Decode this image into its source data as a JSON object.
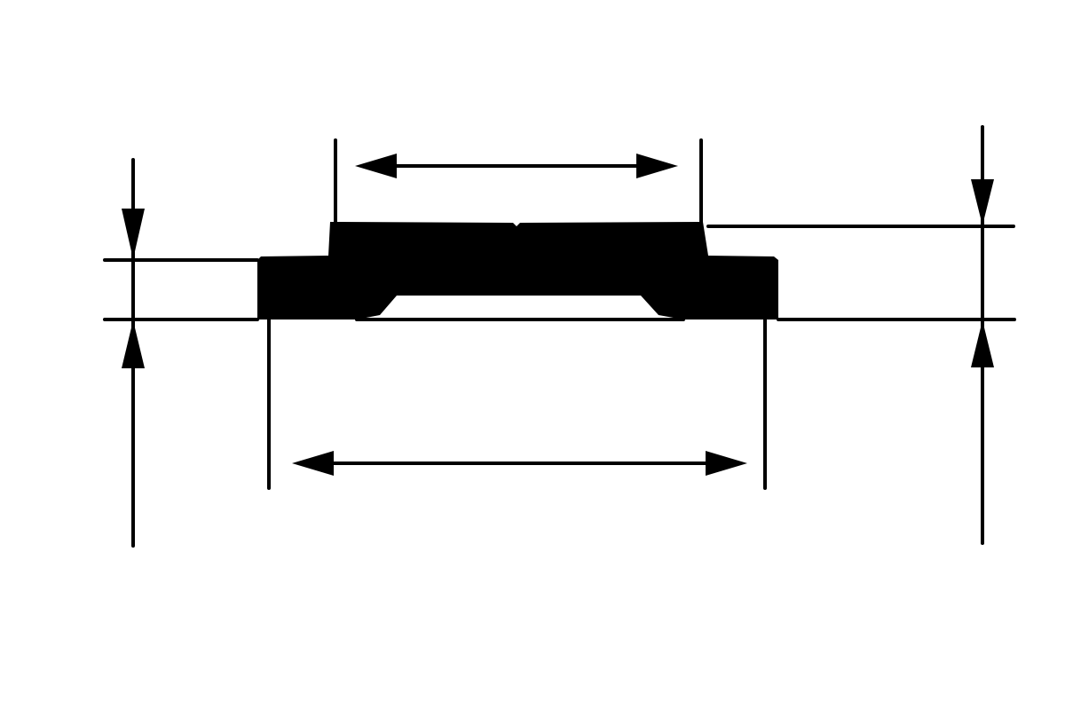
{
  "colors": {
    "background": "#ffffff",
    "ink": "#000000"
  },
  "drawing": {
    "description_visible_text": "",
    "components": [
      "part-section",
      "extension-lines",
      "dimension-arrows"
    ]
  }
}
